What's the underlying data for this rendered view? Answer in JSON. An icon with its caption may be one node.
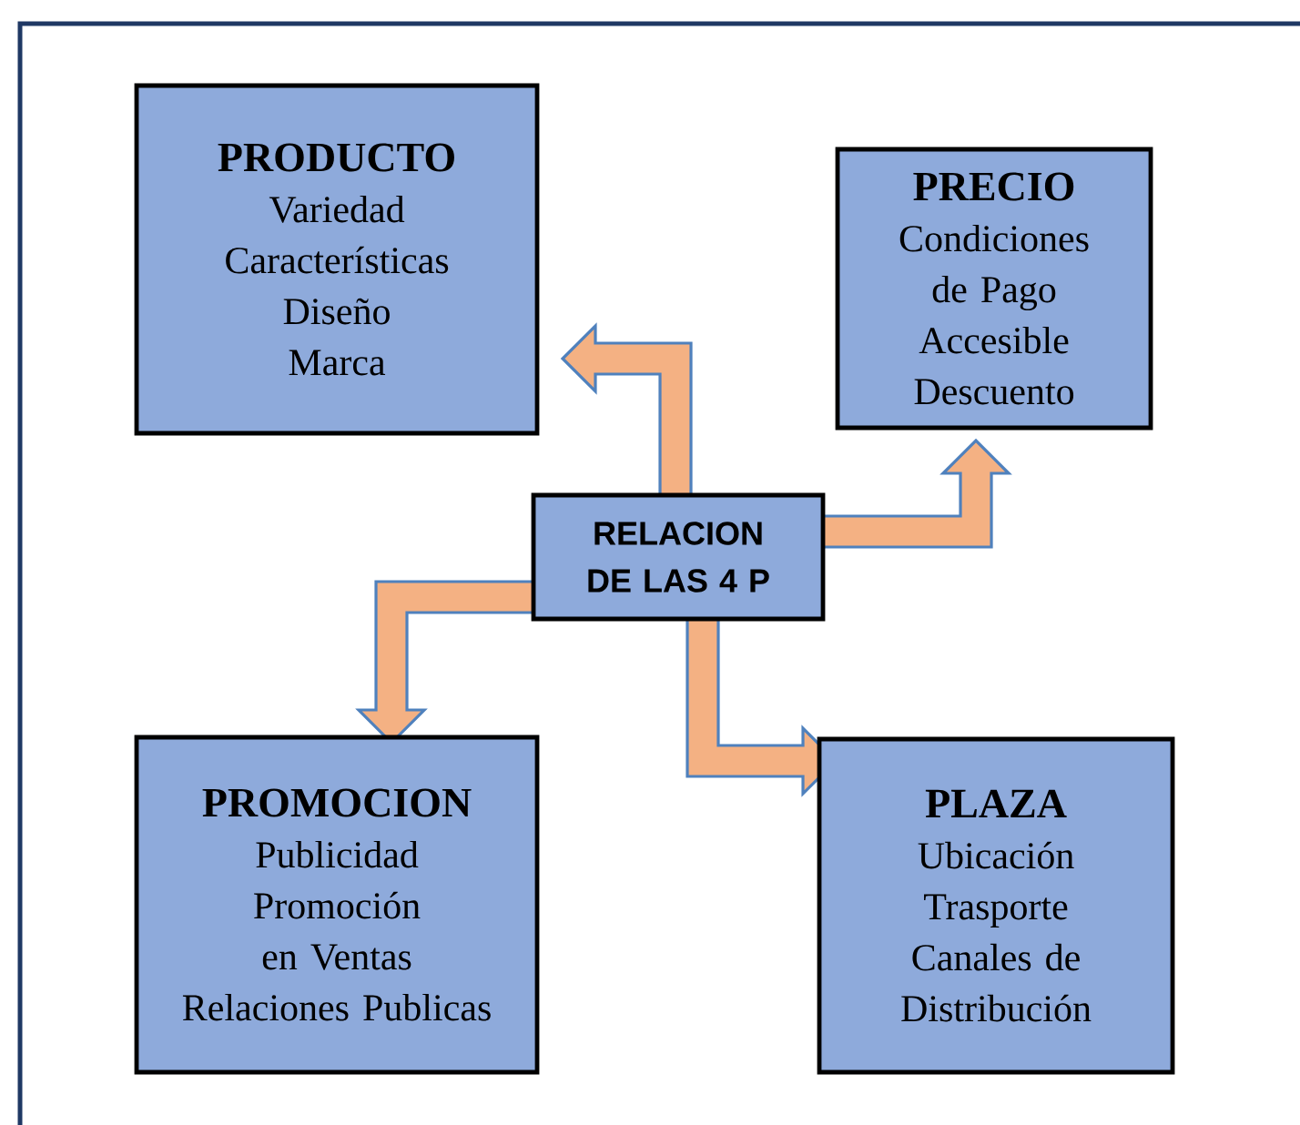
{
  "diagram": {
    "nodes": [
      {
        "text": [
          "PRODUCTO",
          "Variedad",
          "Características",
          "Diseño",
          "Marca"
        ]
      },
      {
        "text": [
          "PRECIO",
          "Condiciones de Pago",
          "Accesible",
          "Descuento"
        ]
      },
      {
        "text": [
          "RELACION DE LAS 4 P"
        ]
      },
      {
        "text": [
          "PROMOCION",
          "Publicidad",
          "Promoción en Ventas",
          "Relaciones Publicas"
        ]
      },
      {
        "text": [
          "PLAZA",
          "Ubicación",
          "Trasporte",
          "Canales de Distribución"
        ]
      }
    ],
    "edges": [
      {
        "from": 2,
        "to": 0,
        "arrow": "to"
      },
      {
        "from": 2,
        "to": 1,
        "arrow": "to"
      },
      {
        "from": 2,
        "to": 3,
        "arrow": "to"
      },
      {
        "from": 2,
        "to": 4,
        "arrow": "to"
      }
    ]
  }
}
